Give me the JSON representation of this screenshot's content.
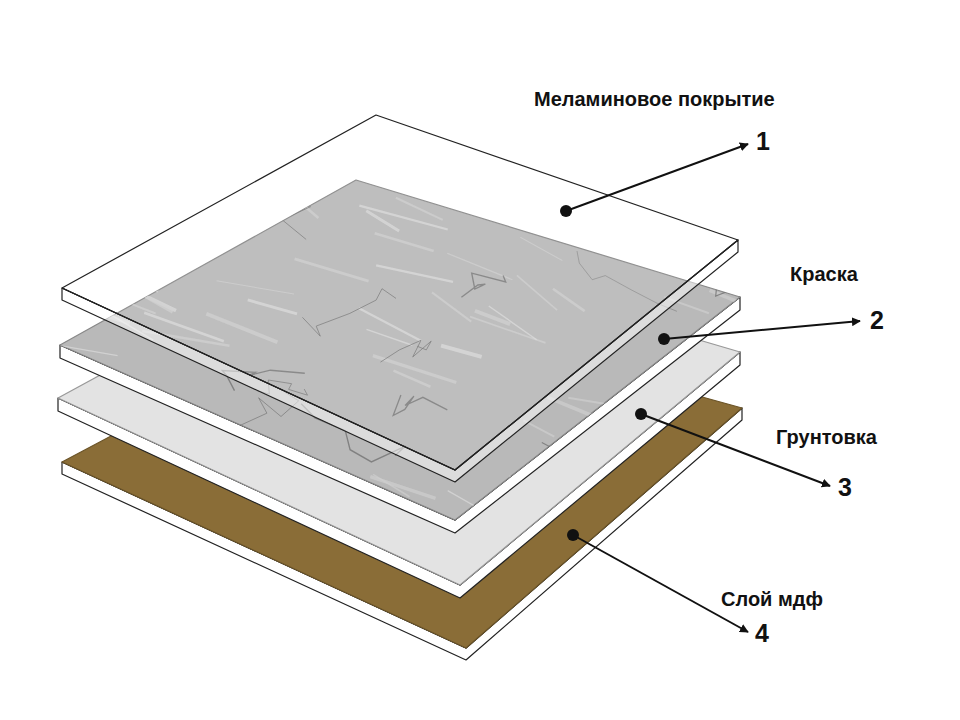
{
  "diagram": {
    "labels": [
      "Меламиновое покрытие",
      "1",
      "Краска",
      "2",
      "Грунтовка",
      "3",
      "Слой мдф",
      "4"
    ]
  }
}
